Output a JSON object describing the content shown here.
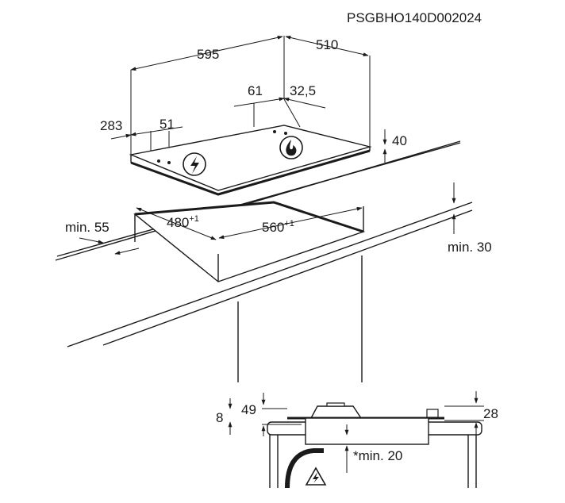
{
  "code": "PSGBHO140D002024",
  "dims": {
    "width": "595",
    "depth": "510",
    "left_offset": "283",
    "left_burner": "51",
    "d61": "61",
    "d32_5": "32,5",
    "height40": "40",
    "cut_depth": "480",
    "cut_width": "560",
    "tolerance": "+1",
    "min55": "min. 55",
    "min30": "min. 30",
    "d49": "49",
    "d8": "8",
    "d28": "28",
    "min20": "*min. 20"
  },
  "icons": {
    "electric": "lightning-icon",
    "gas": "flame-icon",
    "warning": "electric-warning-icon"
  }
}
